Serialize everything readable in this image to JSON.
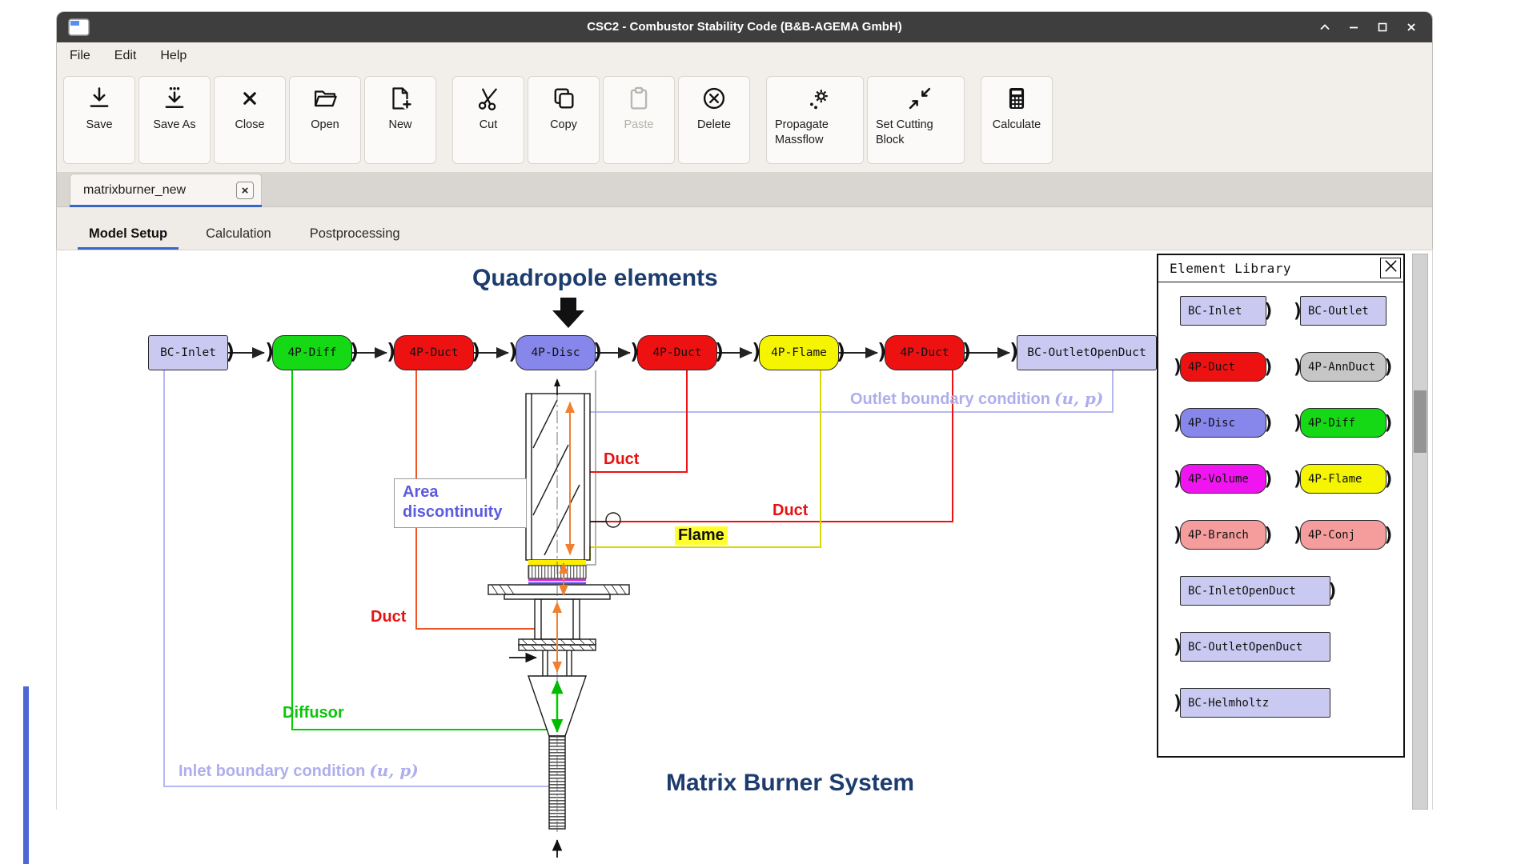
{
  "window": {
    "title": "CSC2 - Combustor Stability Code (B&B-AGEMA GmbH)",
    "controls": [
      "collapse",
      "minimize",
      "maximize",
      "close"
    ]
  },
  "menu": [
    "File",
    "Edit",
    "Help"
  ],
  "toolbar": [
    {
      "label": "Save",
      "icon": "save-icon",
      "enabled": true,
      "group": 1,
      "wide": false
    },
    {
      "label": "Save As",
      "icon": "save-as-icon",
      "enabled": true,
      "group": 1,
      "wide": false
    },
    {
      "label": "Close",
      "icon": "close-file-icon",
      "enabled": true,
      "group": 1,
      "wide": false
    },
    {
      "label": "Open",
      "icon": "open-folder-icon",
      "enabled": true,
      "group": 1,
      "wide": false
    },
    {
      "label": "New",
      "icon": "new-file-icon",
      "enabled": true,
      "group": 1,
      "wide": false
    },
    {
      "label": "Cut",
      "icon": "cut-icon",
      "enabled": true,
      "group": 2,
      "wide": false
    },
    {
      "label": "Copy",
      "icon": "copy-icon",
      "enabled": true,
      "group": 2,
      "wide": false
    },
    {
      "label": "Paste",
      "icon": "paste-icon",
      "enabled": false,
      "group": 2,
      "wide": false
    },
    {
      "label": "Delete",
      "icon": "delete-icon",
      "enabled": true,
      "group": 2,
      "wide": false
    },
    {
      "label": "Propagate Massflow",
      "icon": "propagate-massflow-icon",
      "enabled": true,
      "group": 3,
      "wide": true
    },
    {
      "label": "Set Cutting Block",
      "icon": "set-cutting-block-icon",
      "enabled": true,
      "group": 3,
      "wide": true
    },
    {
      "label": "Calculate",
      "icon": "calculate-icon",
      "enabled": true,
      "group": 4,
      "wide": false
    }
  ],
  "document_tabs": [
    {
      "label": "matrixburner_new",
      "active": true
    }
  ],
  "view_tabs": [
    {
      "label": "Model Setup",
      "active": true
    },
    {
      "label": "Calculation",
      "active": false
    },
    {
      "label": "Postprocessing",
      "active": false
    }
  ],
  "canvas": {
    "heading": "Quadropole elements",
    "system_caption": "Matrix Burner System",
    "chain": [
      {
        "label": "BC-Inlet",
        "kind": "bc",
        "color": "#c9c9f2",
        "ports": "right"
      },
      {
        "label": "4P-Diff",
        "kind": "qp",
        "color": "#15d915",
        "ports": "both"
      },
      {
        "label": "4P-Duct",
        "kind": "qp",
        "color": "#ee1111",
        "ports": "both"
      },
      {
        "label": "4P-Disc",
        "kind": "qp",
        "color": "#8787eb",
        "ports": "both"
      },
      {
        "label": "4P-Duct",
        "kind": "qp",
        "color": "#ee1111",
        "ports": "both"
      },
      {
        "label": "4P-Flame",
        "kind": "qp",
        "color": "#f5f500",
        "ports": "both"
      },
      {
        "label": "4P-Duct",
        "kind": "qp",
        "color": "#ee1111",
        "ports": "both"
      },
      {
        "label": "BC-OutletOpenDuct",
        "kind": "bc",
        "color": "#c9c9f2",
        "ports": "left"
      }
    ],
    "labels": {
      "outlet_bc": {
        "text": "Outlet boundary condition",
        "math": "(u, p)"
      },
      "inlet_bc": {
        "text": "Inlet boundary condition",
        "math": "(u, p)"
      },
      "duct_mid": "Duct",
      "duct_right": "Duct",
      "duct_left": "Duct",
      "area_line1": "Area",
      "area_line2": "discontinuity",
      "flame": "Flame",
      "diffusor": "Diffusor"
    },
    "annotation_colors": {
      "boundary": "#b7b7f0",
      "duct": "#ee1111",
      "duct_orange": "#ee5522",
      "diffusor": "#00cc00",
      "flame_line": "#d8d800",
      "disc_line": "#9a9a9a"
    }
  },
  "element_library": {
    "title": "Element Library",
    "items": [
      {
        "label": "BC-Inlet",
        "color": "#c9c9f2",
        "shape": "rect",
        "ports": "right",
        "wide": false
      },
      {
        "label": "BC-Outlet",
        "color": "#c9c9f2",
        "shape": "rect",
        "ports": "left",
        "wide": false
      },
      {
        "label": "4P-Duct",
        "color": "#ee1111",
        "shape": "round",
        "ports": "both",
        "wide": false
      },
      {
        "label": "4P-AnnDuct",
        "color": "#c6c6c6",
        "shape": "round",
        "ports": "both",
        "wide": false
      },
      {
        "label": "4P-Disc",
        "color": "#8787eb",
        "shape": "round",
        "ports": "both",
        "wide": false
      },
      {
        "label": "4P-Diff",
        "color": "#15d915",
        "shape": "round",
        "ports": "both",
        "wide": false
      },
      {
        "label": "4P-Volume",
        "color": "#f015f0",
        "shape": "round",
        "ports": "both",
        "wide": false
      },
      {
        "label": "4P-Flame",
        "color": "#f5f500",
        "shape": "round",
        "ports": "both",
        "wide": false
      },
      {
        "label": "4P-Branch",
        "color": "#f59c9c",
        "shape": "round",
        "ports": "both",
        "wide": false
      },
      {
        "label": "4P-Conj",
        "color": "#f59c9c",
        "shape": "round",
        "ports": "both",
        "wide": false
      },
      {
        "label": "BC-InletOpenDuct",
        "color": "#c9c9f2",
        "shape": "rect",
        "ports": "right",
        "wide": true
      },
      {
        "label": "BC-OutletOpenDuct",
        "color": "#c9c9f2",
        "shape": "rect",
        "ports": "left",
        "wide": true
      },
      {
        "label": "BC-Helmholtz",
        "color": "#c9c9f2",
        "shape": "rect",
        "ports": "left",
        "wide": true
      }
    ]
  }
}
